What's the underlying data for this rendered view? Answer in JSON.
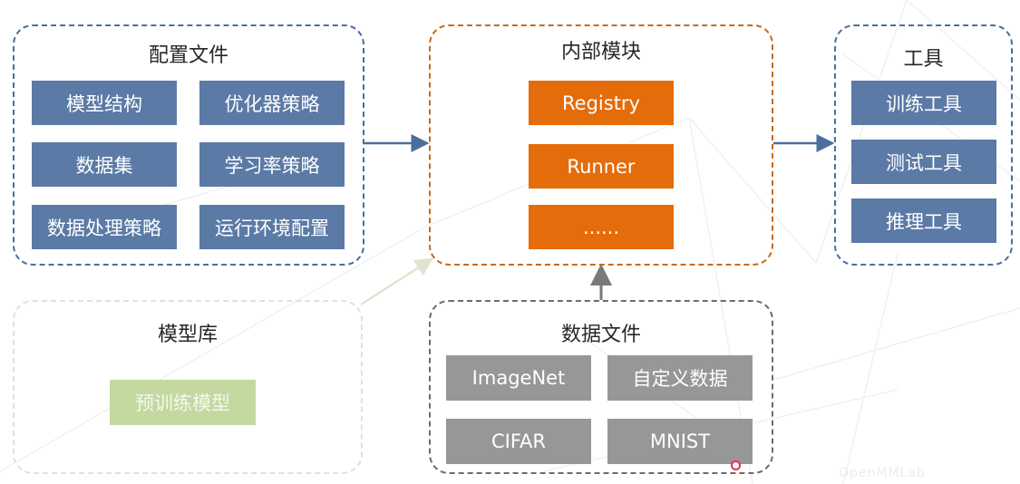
{
  "diagram": {
    "groups": {
      "config": {
        "title": "配置文件",
        "items": [
          "模型结构",
          "优化器策略",
          "数据集",
          "学习率策略",
          "数据处理策略",
          "运行环境配置"
        ]
      },
      "internal": {
        "title": "内部模块",
        "items": [
          "Registry",
          "Runner",
          "......"
        ]
      },
      "tools": {
        "title": "工具",
        "items": [
          "训练工具",
          "测试工具",
          "推理工具"
        ]
      },
      "model_zoo": {
        "title": "模型库",
        "items": [
          "预训练模型"
        ]
      },
      "data_files": {
        "title": "数据文件",
        "items": [
          "ImageNet",
          "自定义数据",
          "CIFAR",
          "MNIST"
        ]
      }
    },
    "edges": [
      {
        "from": "配置文件",
        "to": "内部模块"
      },
      {
        "from": "内部模块",
        "to": "工具"
      },
      {
        "from": "模型库",
        "to": "内部模块"
      },
      {
        "from": "数据文件",
        "to": "内部模块"
      }
    ],
    "colors": {
      "config_box": "#5b7aa6",
      "internal_box": "#e46c0a",
      "data_box": "#979797",
      "model_box": "#c4d9a0"
    },
    "watermark": "OpenMMLab"
  }
}
